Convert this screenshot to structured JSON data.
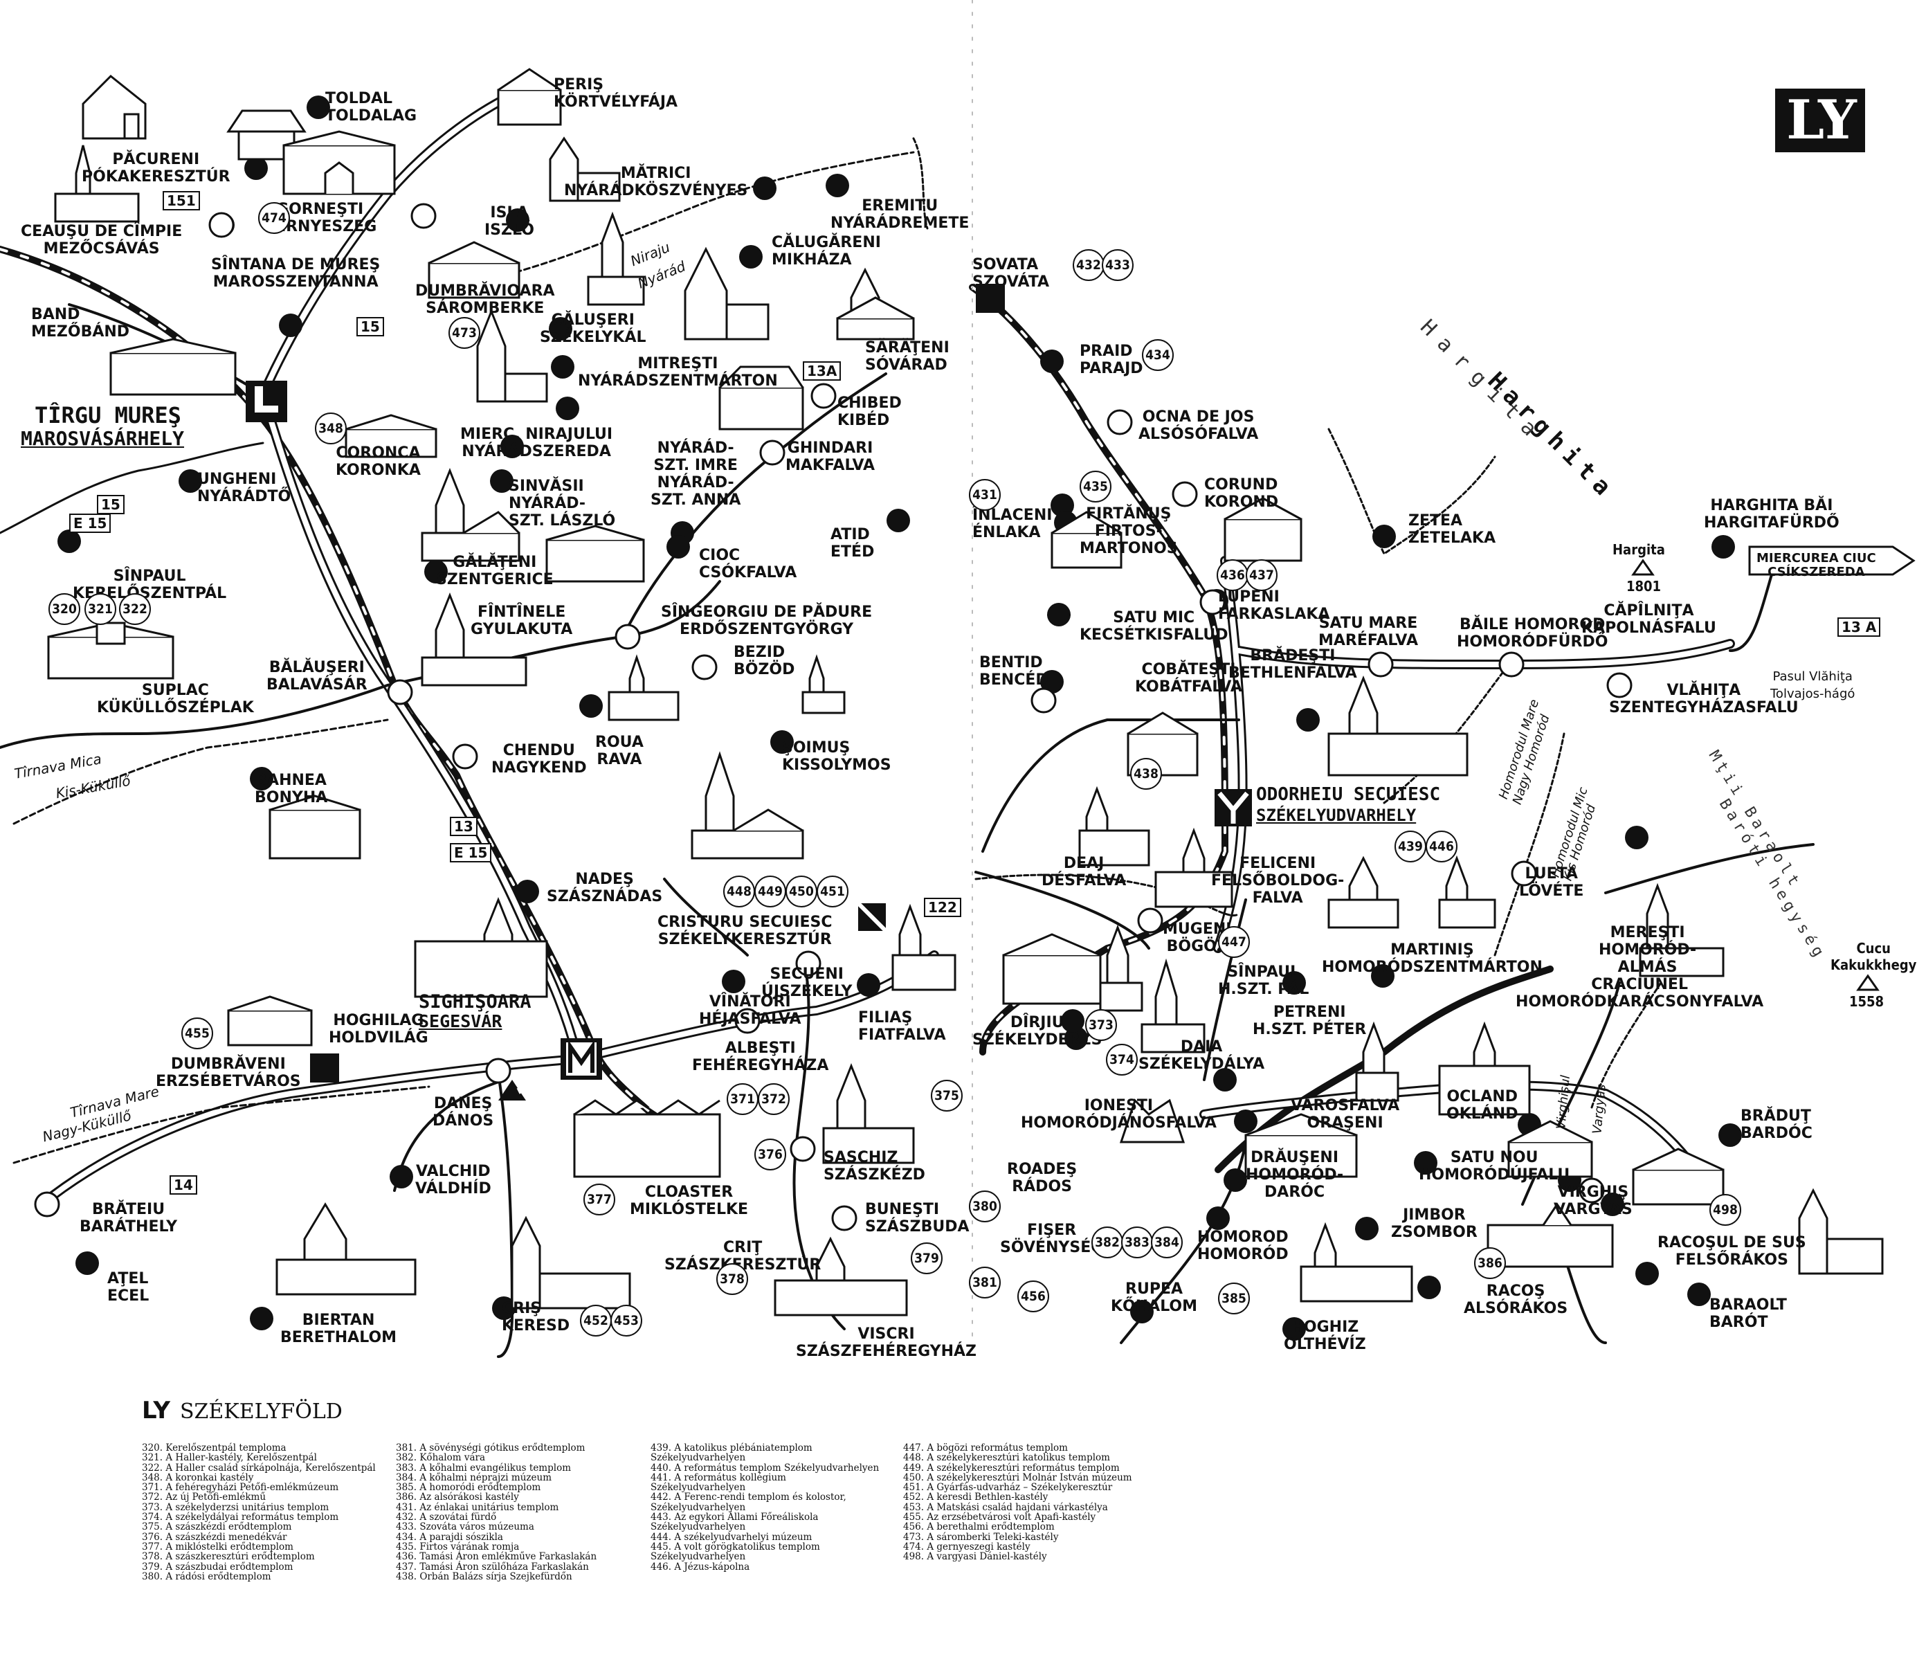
{
  "badge": "LY",
  "cities": {
    "tirgu_mures": {
      "ro": "TÎRGU MUREŞ",
      "hu": "MAROSVÁSÁRHELY",
      "symbol": "L"
    },
    "sighisoara": {
      "ro": "SIGHIŞOARA",
      "hu": "SEGESVÁR",
      "symbol": "M"
    },
    "odorheiu": {
      "ro": "ODORHEIU SECUIESC",
      "hu": "SZÉKELYUDVARHELY",
      "symbol": "Y"
    }
  },
  "places": {
    "p01": "TOLDAL\nTOLDALAG",
    "p02": "PERIŞ\nKÖRTVÉLYFÁJA",
    "p03": "PĂCURENI\nPÓKAKERESZTÚR",
    "p04": "MĂTRICI\nNYÁRÁDKÖSZVÉNYES",
    "p05": "EREMITU\nNYÁRÁDREMETE",
    "p06": "GORNEŞTI\nGERNYESZEG",
    "p07": "ISLA\nISZLÓ",
    "p08": "CEAUŞU DE CÎMPIE\nMEZŐCSÁVÁS",
    "p09": "SÎNTANA DE MUREŞ\nMAROSSZENTANNA",
    "p10": "CĂLUGĂRENI\nMIKHÁZA",
    "p11": "DUMBRĂVIOARA\nSÁROMBERKE",
    "p12": "CĂLUŞERI\nSZÉKELYKÁL",
    "p13": "BAND\nMEZŐBÁND",
    "p14": "MITREŞTI\nNYÁRÁDSZENTMÁRTON",
    "p15": "SĂRĂŢENI\nSÓVÁRAD",
    "p16": "CHIBED\nKIBÉD",
    "p17": "CORONCA\nKORONKA",
    "p18": "MIERC. NIRAJULUI\nNYÁRÁDSZEREDA",
    "p19": "GHINDARI\nMAKFALVA",
    "p20": "UNGHENI\nNYÁRÁDTŐ",
    "p21": "SINVĂSII\nNYÁRÁD-\nSZT. LÁSZLÓ",
    "p22": "NYÁRÁD-\nSZT. IMRE\nNYÁRÁD-\nSZT. ANNA",
    "p23": "ATID\nETÉD",
    "p24": "SÎNPAUL\nKERELŐSZENTPÁL",
    "p25": "GĂLĂŢENI\nSZENTGERICE",
    "p26": "CIOC\nCSÓKFALVA",
    "p27": "FÎNTÎNELE\nGYULAKUTA",
    "p28": "SÎNGEORGIU DE PĂDURE\nERDŐSZENTGYÖRGY",
    "p29": "BEZID\nBÖZÖD",
    "p30": "BĂLĂUŞERI\nBALAVÁSÁR",
    "p31": "SUPLAC\nKÜKÜLLŐSZÉPLAK",
    "p32": "ROUA\nRAVA",
    "p33": "ŞOIMUŞ\nKISSOLYMOS",
    "p34": "CHENDU\nNAGYKEND",
    "p35": "BAHNEA\nBONYHA",
    "p36": "NADEŞ\nSZÁSZNÁDAS",
    "p37": "CRISTURU SECUIESC\nSZÉKELYKERESZTÚR",
    "p38": "SECUENI\nÚJSZÉKELY",
    "p39": "VÎNĂTORI\nHÉJASFALVA",
    "p40": "FILIAŞ\nFIATFALVA",
    "p41": "HOGHILAG\nHOLDVILÁG",
    "p42": "DUMBRĂVENI\nERZSÉBETVÁROS",
    "p43": "ALBEŞTI\nFEHÉREGYHÁZA",
    "p44": "DANEŞ\nDÁNOS",
    "p45": "VALCHID\nVÁLDHÍD",
    "p46": "SASCHIZ\nSZÁSZKÉZD",
    "p47": "CLOASTER\nMIKLÓSTELKE",
    "p48": "BRĂTEIU\nBARÁTHELY",
    "p49": "BUNEŞTI\nSZÁSZBUDA",
    "p50": "CRIŢ\nSZÁSZKERESZTÚR",
    "p51": "AŢEL\nECEL",
    "p52": "BIERTAN\nBERETHALOM",
    "p53": "CRIŞ\nKERESD",
    "p54": "VISCRI\nSZÁSZFEHÉREGYHÁZ",
    "p55": "SOVATA\nSZOVÁTA",
    "p56": "PRAID\nPARAJD",
    "p57": "OCNA DE JOS\nALSÓSÓFALVA",
    "p58": "CORUND\nKOROND",
    "p59": "ÎNLACENI\nÉNLAKA",
    "p60": "FIRTĂNUŞ\nFIRTOS-\nMARTONOS",
    "p61": "ZETEA\nZETELAKA",
    "p62": "HARGHITA BĂI\nHARGITAFÜRDŐ",
    "p63": "LUPENI\nFARKASLAKA",
    "p64": "SATU MIC\nKECSÉTKISFALUD",
    "p65": "COBĂTEŞTI\nKOBÁTFALVA",
    "p66": "BENTID\nBENCÉD",
    "p67": "BRĂDEŞTI\nBETHLENFALVA",
    "p68": "SATU MARE\nMARÉFALVA",
    "p69": "BĂILE HOMOROD\nHOMORÓDFÜRDŐ",
    "p70": "CĂPÎLNIŢA\nKÁPOLNÁSFALU",
    "p71": "VLĂHIŢA\nSZENTEGYHÁZASFALU",
    "p72": "DEAJ\nDÉSFALVA",
    "p73": "FELICENI\nFELSŐBOLDOG-\nFALVA",
    "p74": "LUETA\nLÖVÉTE",
    "p75": "MUGENI\nBÖGÖZ",
    "p76": "MARTINIŞ\nHOMORÓDSZENTMÁRTON",
    "p77": "MEREŞTI\nHOMORÓD-\nALMÁS",
    "p78": "SÎNPAUL\nH.SZT. PÁL",
    "p79": "CRACIUNEL\nHOMORÓDKARÁCSONYFALVA",
    "p80": "DÎRJIU\nSZÉKELYDERZS",
    "p81": "PETRENI\nH.SZT. PÉTER",
    "p82": "DAIA\nSZÉKELYDÁLYA",
    "p83": "IONEŞTI\nHOMORÓDJÁNOSFALVA",
    "p84": "VÁROSFALVA\nORAŞENI",
    "p85": "OCLAND\nOKLÁND",
    "p86": "BRĂDUŢ\nBARDÓC",
    "p87": "ROADEŞ\nRÁDOS",
    "p88": "DRĂUŞENI\nHOMORÓD-\nDARÓC",
    "p89": "SATU NOU\nHOMORÓDÚJFALU",
    "p90": "VIRGHIŞ\nVARGYAS",
    "p91": "FIŞER\nSÖVÉNYSÉG",
    "p92": "HOMOROD\nHOMORÓD",
    "p93": "JIMBOR\nZSOMBOR",
    "p94": "RACOŞUL DE SUS\nFELSŐRÁKOS",
    "p95": "RUPEA\nKŐHALOM",
    "p96": "RACOŞ\nALSÓRÁKOS",
    "p97": "BARAOLT\nBARÓT",
    "p98": "HOGHIZ\nOLTHÉVÍZ",
    "p99": "MIERCUREA CIUC\nCSÍKSZEREDA",
    "p100": "Pasul Vlăhiţa\nTolvajos-hágó"
  },
  "peaks": {
    "hargita": {
      "name": "Hargita",
      "height": "1801"
    },
    "cucu": {
      "name": "Cucu\nKakukkhegy",
      "height": "1558"
    }
  },
  "road_codes": [
    "151",
    "15",
    "13A",
    "15",
    "E 15",
    "13",
    "E 15",
    "122",
    "14",
    "13 A"
  ],
  "circled_numbers": [
    "474",
    "473",
    "348",
    "320",
    "321",
    "322",
    "432",
    "433",
    "434",
    "435",
    "431",
    "436",
    "437",
    "438",
    "439",
    "446",
    "448",
    "449",
    "450",
    "451",
    "447",
    "373",
    "374",
    "455",
    "371",
    "372",
    "375",
    "376",
    "377",
    "378",
    "379",
    "380",
    "381",
    "382",
    "383",
    "384",
    "385",
    "386",
    "498",
    "452",
    "453",
    "456"
  ],
  "rivers": {
    "niraju": "Niraju",
    "nyarad": "Nyárád",
    "tirnava_mica": "Tîrnava Mica",
    "kis_kukullo": "Kis-Küküllő",
    "tirnava_mare": "Tîrnava Mare",
    "nagy_kukullo": "Nagy-Küküllő",
    "homorodul_mare": "Homorodul Mare",
    "nagy_homorod": "Nagy Homoród",
    "homorodul_mic": "Homorodul Mic",
    "kis_homorod": "Kis Homoród",
    "virghisul": "Virghişul",
    "vargyas": "Vargyas"
  },
  "ridges": {
    "harghita": "Harghita",
    "hargita": "Hargita",
    "baraolt": "Mţii Baraolt",
    "baroti": "Baróti hegység"
  },
  "legend": {
    "letter": "LY",
    "title": "SZÉKELYFÖLD",
    "columns": [
      [
        "320. Kerelőszentpál temploma",
        "321. A Haller-kastély, Kerelőszentpál",
        "322. A Haller család sírkápolnája, Kerelőszentpál",
        "348. A koronkai kastély",
        "371. A fehéregyházi Petőfi-emlékmúzeum",
        "372. Az új Petőfi-emlékmű",
        "373. A székelyderzsi unitárius templom",
        "374. A székelydályai református templom",
        "375. A szászkézdi erődtemplom",
        "376. A szászkézdi menedékvár",
        "377. A miklóstelki erődtemplom",
        "378. A szászkeresztúri erődtemplom",
        "379. A szászbudai erődtemplom",
        "380. A rádósi erődtemplom"
      ],
      [
        "381. A sövénységi gótikus erődtemplom",
        "382. Kőhalom vára",
        "383. A kőhalmi evangélikus templom",
        "384. A kőhalmi néprajzi múzeum",
        "385. A homoródi erődtemplom",
        "386. Az alsórákosi kastély",
        "431. Az énlakai unitárius templom",
        "432. A szovátai fürdő",
        "433. Szováta város múzeuma",
        "434. A parajdi sószikla",
        "435. Firtos várának romja",
        "436. Tamási Áron emlékműve Farkaslakán",
        "437. Tamási Áron szülőháza Farkaslakán",
        "438. Orbán Balázs sírja Szejkefürdőn"
      ],
      [
        "439. A katolikus plébániatemplom",
        "Székelyudvarhelyen",
        "440. A református templom Székelyudvarhelyen",
        "441. A református kollégium",
        "Székelyudvarhelyen",
        "442. A Ferenc-rendi templom és kolostor,",
        "Székelyudvarhelyen",
        "443. Az egykori Állami Főreáliskola",
        "Székelyudvarhelyen",
        "444. A székelyudvarhelyi múzeum",
        "445. A volt görögkatolikus templom",
        "Székelyudvarhelyen",
        "446. A Jézus-kápolna"
      ],
      [
        "447. A bögözi református templom",
        "448. A székelykeresztúri katolikus templom",
        "449. A székelykeresztúri református templom",
        "450. A székelykeresztúri Molnár István múzeum",
        "451. A Gyárfás-udvarház – Székelykeresztúr",
        "452. A keresdi Bethlen-kastély",
        "453. A Matskási család hajdani várkastélya",
        "455. Az erzsébetvárosi volt Apafi-kastély",
        "456. A berethalmi erődtemplom",
        "473. A sáromberki Teleki-kastély",
        "474. A gernyeszegi kastély",
        "498. A vargyasi Dániel-kastély"
      ]
    ]
  }
}
